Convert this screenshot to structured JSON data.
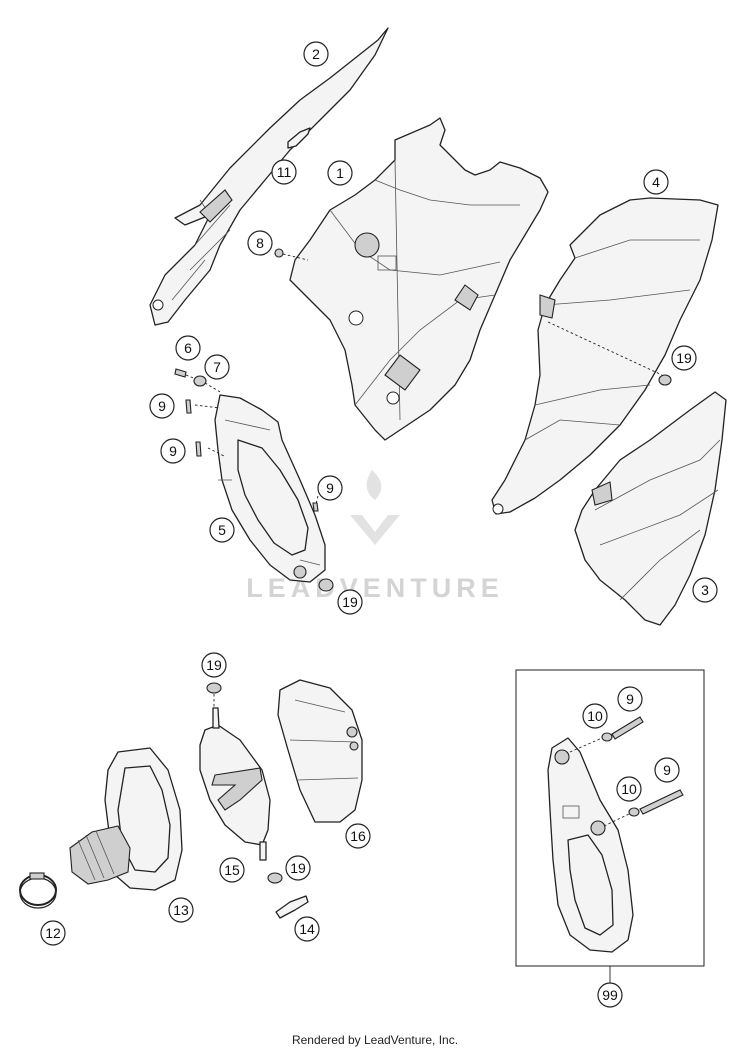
{
  "watermark": {
    "text": "LEADVENTURE"
  },
  "footer": {
    "text": "Rendered by LeadVenture, Inc."
  },
  "callouts": {
    "c1": "1",
    "c2": "2",
    "c3": "3",
    "c4": "4",
    "c5": "5",
    "c6": "6",
    "c7": "7",
    "c8": "8",
    "c9a": "9",
    "c9b": "9",
    "c9c": "9",
    "c9d": "9",
    "c9e": "9",
    "c10a": "10",
    "c10b": "10",
    "c11": "11",
    "c12": "12",
    "c13": "13",
    "c14": "14",
    "c15": "15",
    "c16": "16",
    "c19a": "19",
    "c19b": "19",
    "c19c": "19",
    "c19d": "19",
    "c99": "99"
  }
}
